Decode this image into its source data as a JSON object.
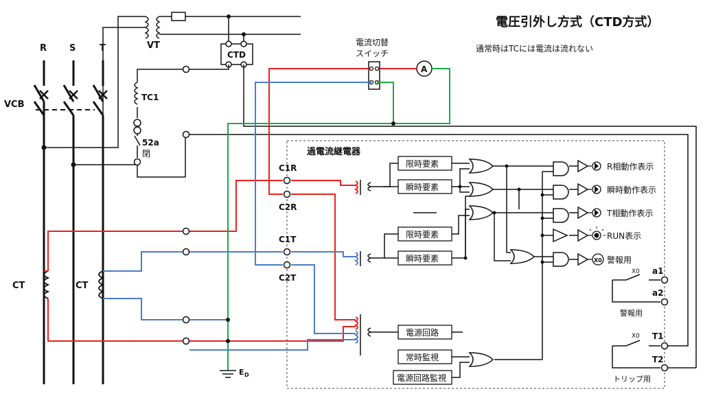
{
  "title": "電圧引外し方式（CTD方式）",
  "note": "通常時はTCには電流は流れない",
  "phases": {
    "r": "R",
    "s": "S",
    "t": "T"
  },
  "vcb": "VCB",
  "vt": "VT",
  "ctd": "CTD",
  "current_switch": {
    "line1": "電流切替",
    "line2": "スイッチ"
  },
  "ammeter": "A",
  "tc1": "TC1",
  "aux_contact": {
    "name": "52a",
    "state": "閉"
  },
  "relay_name": "過電流継電器",
  "terminals": {
    "c1r": "C1R",
    "c2r": "C2R",
    "c1t": "C1T",
    "c2t": "C2T",
    "a1": "a1",
    "a2": "a2",
    "t1": "T1",
    "t2": "T2"
  },
  "ct_left": "CT",
  "ct_right": "CT",
  "ground": "E",
  "ground_sub": "D",
  "blocks": {
    "time_r": "限時要素",
    "inst_r": "瞬時要素",
    "time_t": "限時要素",
    "inst_t": "瞬時要素",
    "power_circuit": "電源回路",
    "constant_monitor": "常時監視",
    "power_monitor": "電源回路監視"
  },
  "outputs": {
    "r_display": "R相動作表示",
    "inst_display": "瞬時動作表示",
    "t_display": "T相動作表示",
    "run_display": "RUN表示",
    "alarm": "警報用"
  },
  "x0_alarm": "X0",
  "x0_trip": "X0",
  "x0_lamp": "X0",
  "contact_alarm_label": "警報用",
  "contact_trip_label": "トリップ用",
  "colors": {
    "red": "#e8211d",
    "blue": "#4b7cc7",
    "green": "#1da84a",
    "black": "#111111"
  }
}
